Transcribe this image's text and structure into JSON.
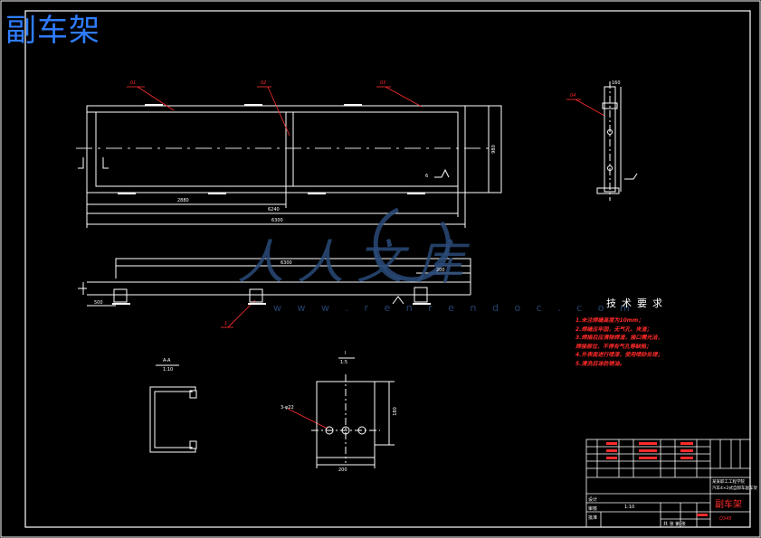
{
  "drawing": {
    "title": "副车架",
    "watermark_text": "人人文库",
    "watermark_url": "w w w . r e n r e n d o c . c o m",
    "part_callouts": [
      "01",
      "02",
      "03",
      "04"
    ],
    "section_labels": {
      "section_aa": "A-A",
      "section_aa_scale": "1:10",
      "view_i": "I",
      "view_i_scale": "1:5",
      "callout_1": "1",
      "holes": "3-φ22"
    },
    "dimensions": {
      "length_total": "6300",
      "length_inner": "6240",
      "length_sub": "2880",
      "width": "980",
      "bottom_len": "6300",
      "bottom_end": "200",
      "bottom_start": "500",
      "plate_w": "200",
      "plate_h": "180",
      "side_h": "160",
      "weld": "6"
    }
  },
  "tech_requirements": {
    "title": "技术要求",
    "items": [
      "1.未注焊缝高度为10mm；",
      "2.焊缝应牢固，无气孔、夹渣；",
      "3.焊接后应清除焊渣，接口需光洁，",
      "  焊接部位，不得有气孔等缺陷；",
      "4.外表面进行喷漆，使用喷砂处理；",
      "5.清洗后涂防锈油。"
    ]
  },
  "title_block": {
    "part_name": "副车架",
    "company": "某某职工工程学院",
    "project": "汽车4×2式自卸车副车架",
    "scale_label": "1:10",
    "sheet_label": "共 张  第 张",
    "material": "Q345",
    "designer_label": "设计",
    "checker_label": "审核",
    "approve_label": "批准"
  }
}
